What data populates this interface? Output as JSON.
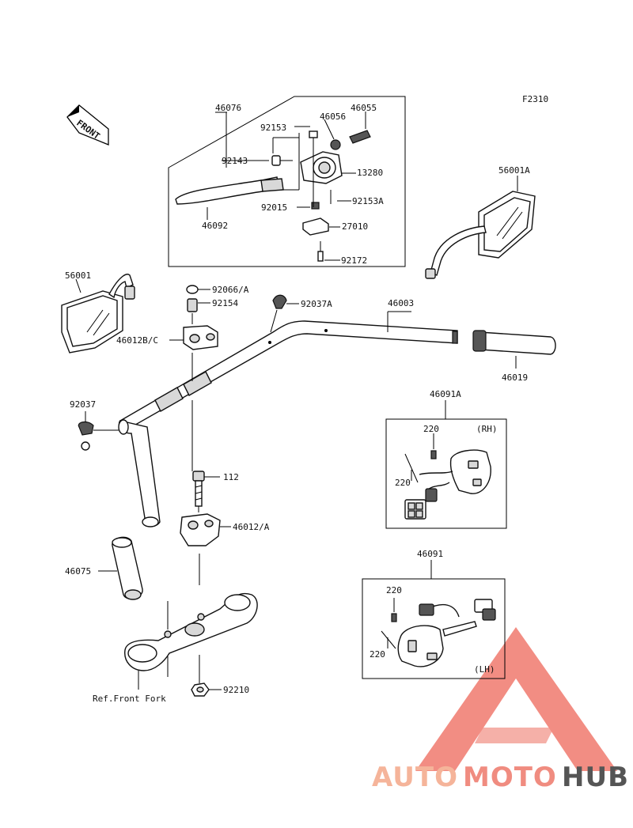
{
  "figure_code": "F2310",
  "front_arrow_text": "FRONT",
  "labels": {
    "l46076": "46076",
    "l92153": "92153",
    "l46056": "46056",
    "l46055": "46055",
    "l92143": "92143",
    "l13280": "13280",
    "l92015": "92015",
    "l92153A": "92153A",
    "l46092": "46092",
    "l27010": "27010",
    "l92172": "92172",
    "l56001A": "56001A",
    "l56001": "56001",
    "l92066A": "92066/A",
    "l92154": "92154",
    "l92037A": "92037A",
    "l46003": "46003",
    "l46012BC": "46012B/C",
    "l46019": "46019",
    "l46091A": "46091A",
    "l92037": "92037",
    "l220a": "220",
    "lRH": "(RH)",
    "l220b": "220",
    "l112": "112",
    "l46012A": "46012/A",
    "l46075": "46075",
    "l46091": "46091",
    "l220c": "220",
    "l220d": "220",
    "lLH": "(LH)",
    "l92210": "92210",
    "lRefFork": "Ref.Front Fork"
  },
  "watermark": {
    "part1": "AUTO",
    "part2": "MOTO",
    "part3": "HUB",
    "color1": "#f5b49a",
    "color2": "#f08c80",
    "color3": "#555555",
    "triangle_color": "#f07a6e"
  }
}
